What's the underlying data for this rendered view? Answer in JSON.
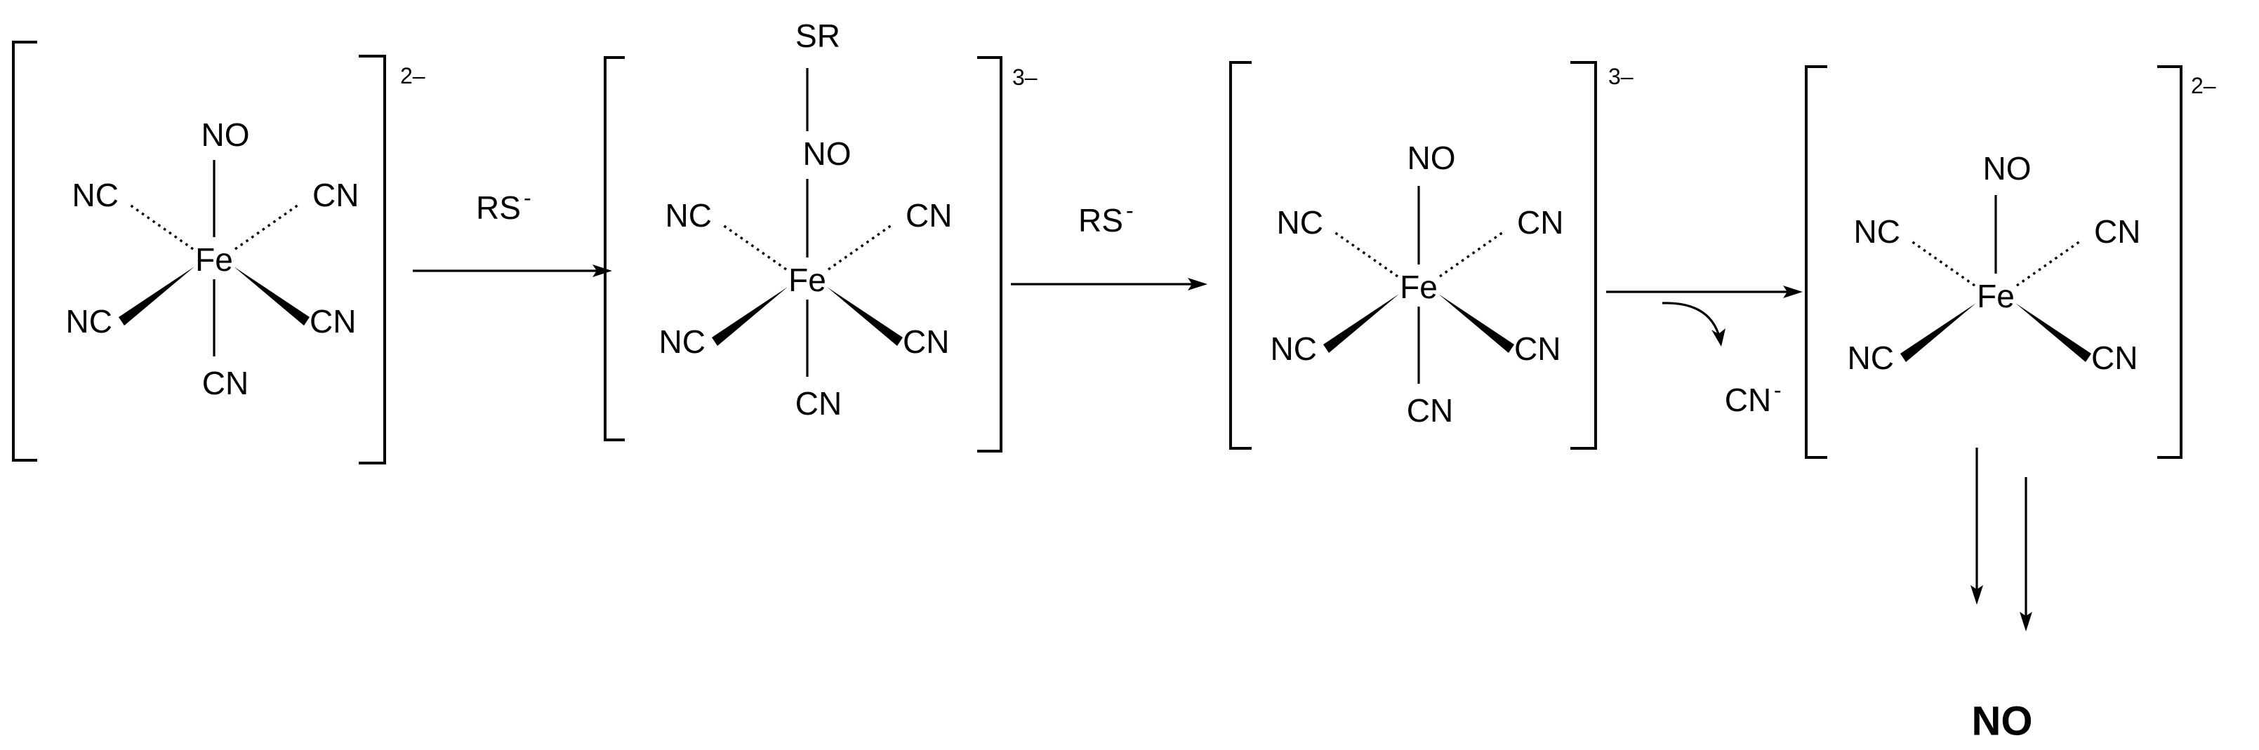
{
  "complexes": [
    {
      "center": "Fe",
      "charge": "2–",
      "apical_top": "NO",
      "apical_top_sub": "",
      "apical_bottom": "CN",
      "upper_left": "NC",
      "upper_right": "CN",
      "lower_left": "NC",
      "lower_right": "CN"
    },
    {
      "center": "Fe",
      "charge": "3–",
      "apical_top": "NO",
      "apical_top_sub": "SR",
      "apical_bottom": "CN",
      "upper_left": "NC",
      "upper_right": "CN",
      "lower_left": "NC",
      "lower_right": "CN"
    },
    {
      "center": "Fe",
      "charge": "3–",
      "apical_top": "NO",
      "apical_top_sub": "",
      "apical_bottom": "CN",
      "upper_left": "NC",
      "upper_right": "CN",
      "lower_left": "NC",
      "lower_right": "CN"
    },
    {
      "center": "Fe",
      "charge": "2–",
      "apical_top": "NO",
      "apical_top_sub": "",
      "apical_bottom": "",
      "upper_left": "NC",
      "upper_right": "CN",
      "lower_left": "NC",
      "lower_right": "CN"
    }
  ],
  "steps": [
    {
      "reagent": "RS",
      "reagent_sup": "-",
      "byproduct": "",
      "byproduct_sup": ""
    },
    {
      "reagent": "RS",
      "reagent_sup": "-",
      "byproduct": "",
      "byproduct_sup": ""
    },
    {
      "reagent": "",
      "reagent_sup": "",
      "byproduct": "CN",
      "byproduct_sup": "-"
    }
  ],
  "final_product": "NO"
}
